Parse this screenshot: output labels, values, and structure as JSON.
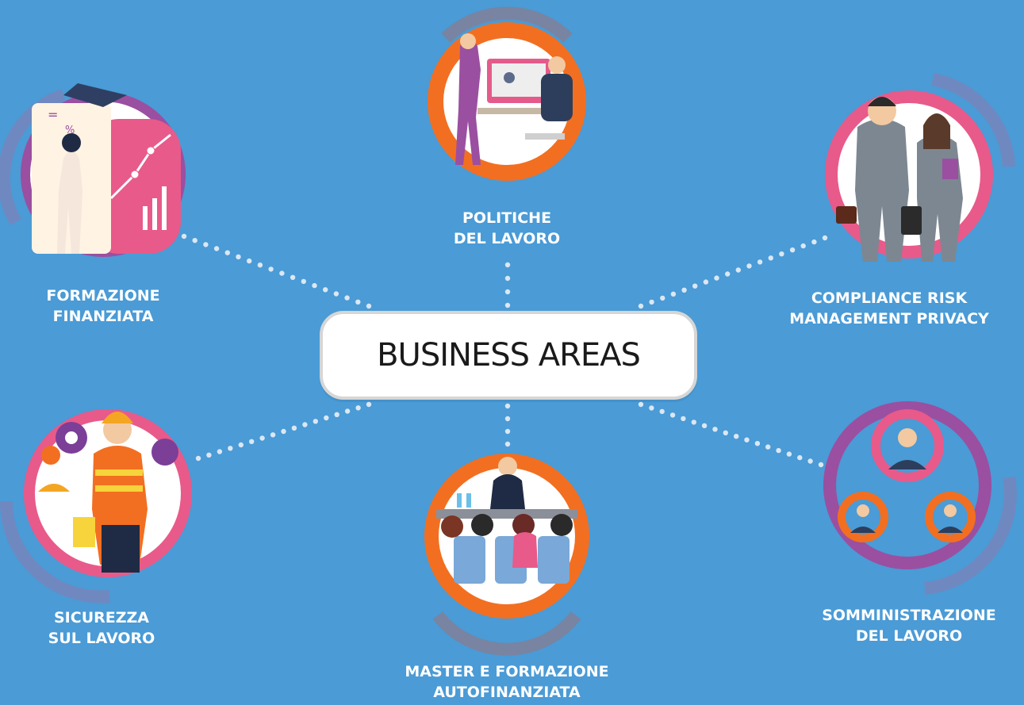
{
  "center": {
    "title": "BUSINESS AREAS"
  },
  "nodes": {
    "politiche": {
      "line1": "POLITICHE",
      "line2": "DEL LAVORO",
      "icon": "office-meeting-icon"
    },
    "formazione_finanziata": {
      "line1": "FORMAZIONE",
      "line2": "FINANZIATA",
      "icon": "teacher-chart-icon"
    },
    "compliance": {
      "line1": "COMPLIANCE RISK",
      "line2": "MANAGEMENT PRIVACY",
      "icon": "business-people-icon"
    },
    "sicurezza": {
      "line1": "SICUREZZA",
      "line2": "SUL LAVORO",
      "icon": "construction-worker-icon"
    },
    "somministrazione": {
      "line1": "SOMMINISTRAZIONE",
      "line2": "DEL LAVORO",
      "icon": "staffing-gears-icon"
    },
    "master": {
      "line1": "MASTER E FORMAZIONE",
      "line2": "AUTOFINANZIATA",
      "icon": "conference-audience-icon"
    }
  },
  "colors": {
    "background": "#4a9bd6",
    "orange": "#f26f21",
    "pink": "#e85a8a",
    "purple": "#9b4fa0",
    "dots": "#dbe7f3"
  }
}
